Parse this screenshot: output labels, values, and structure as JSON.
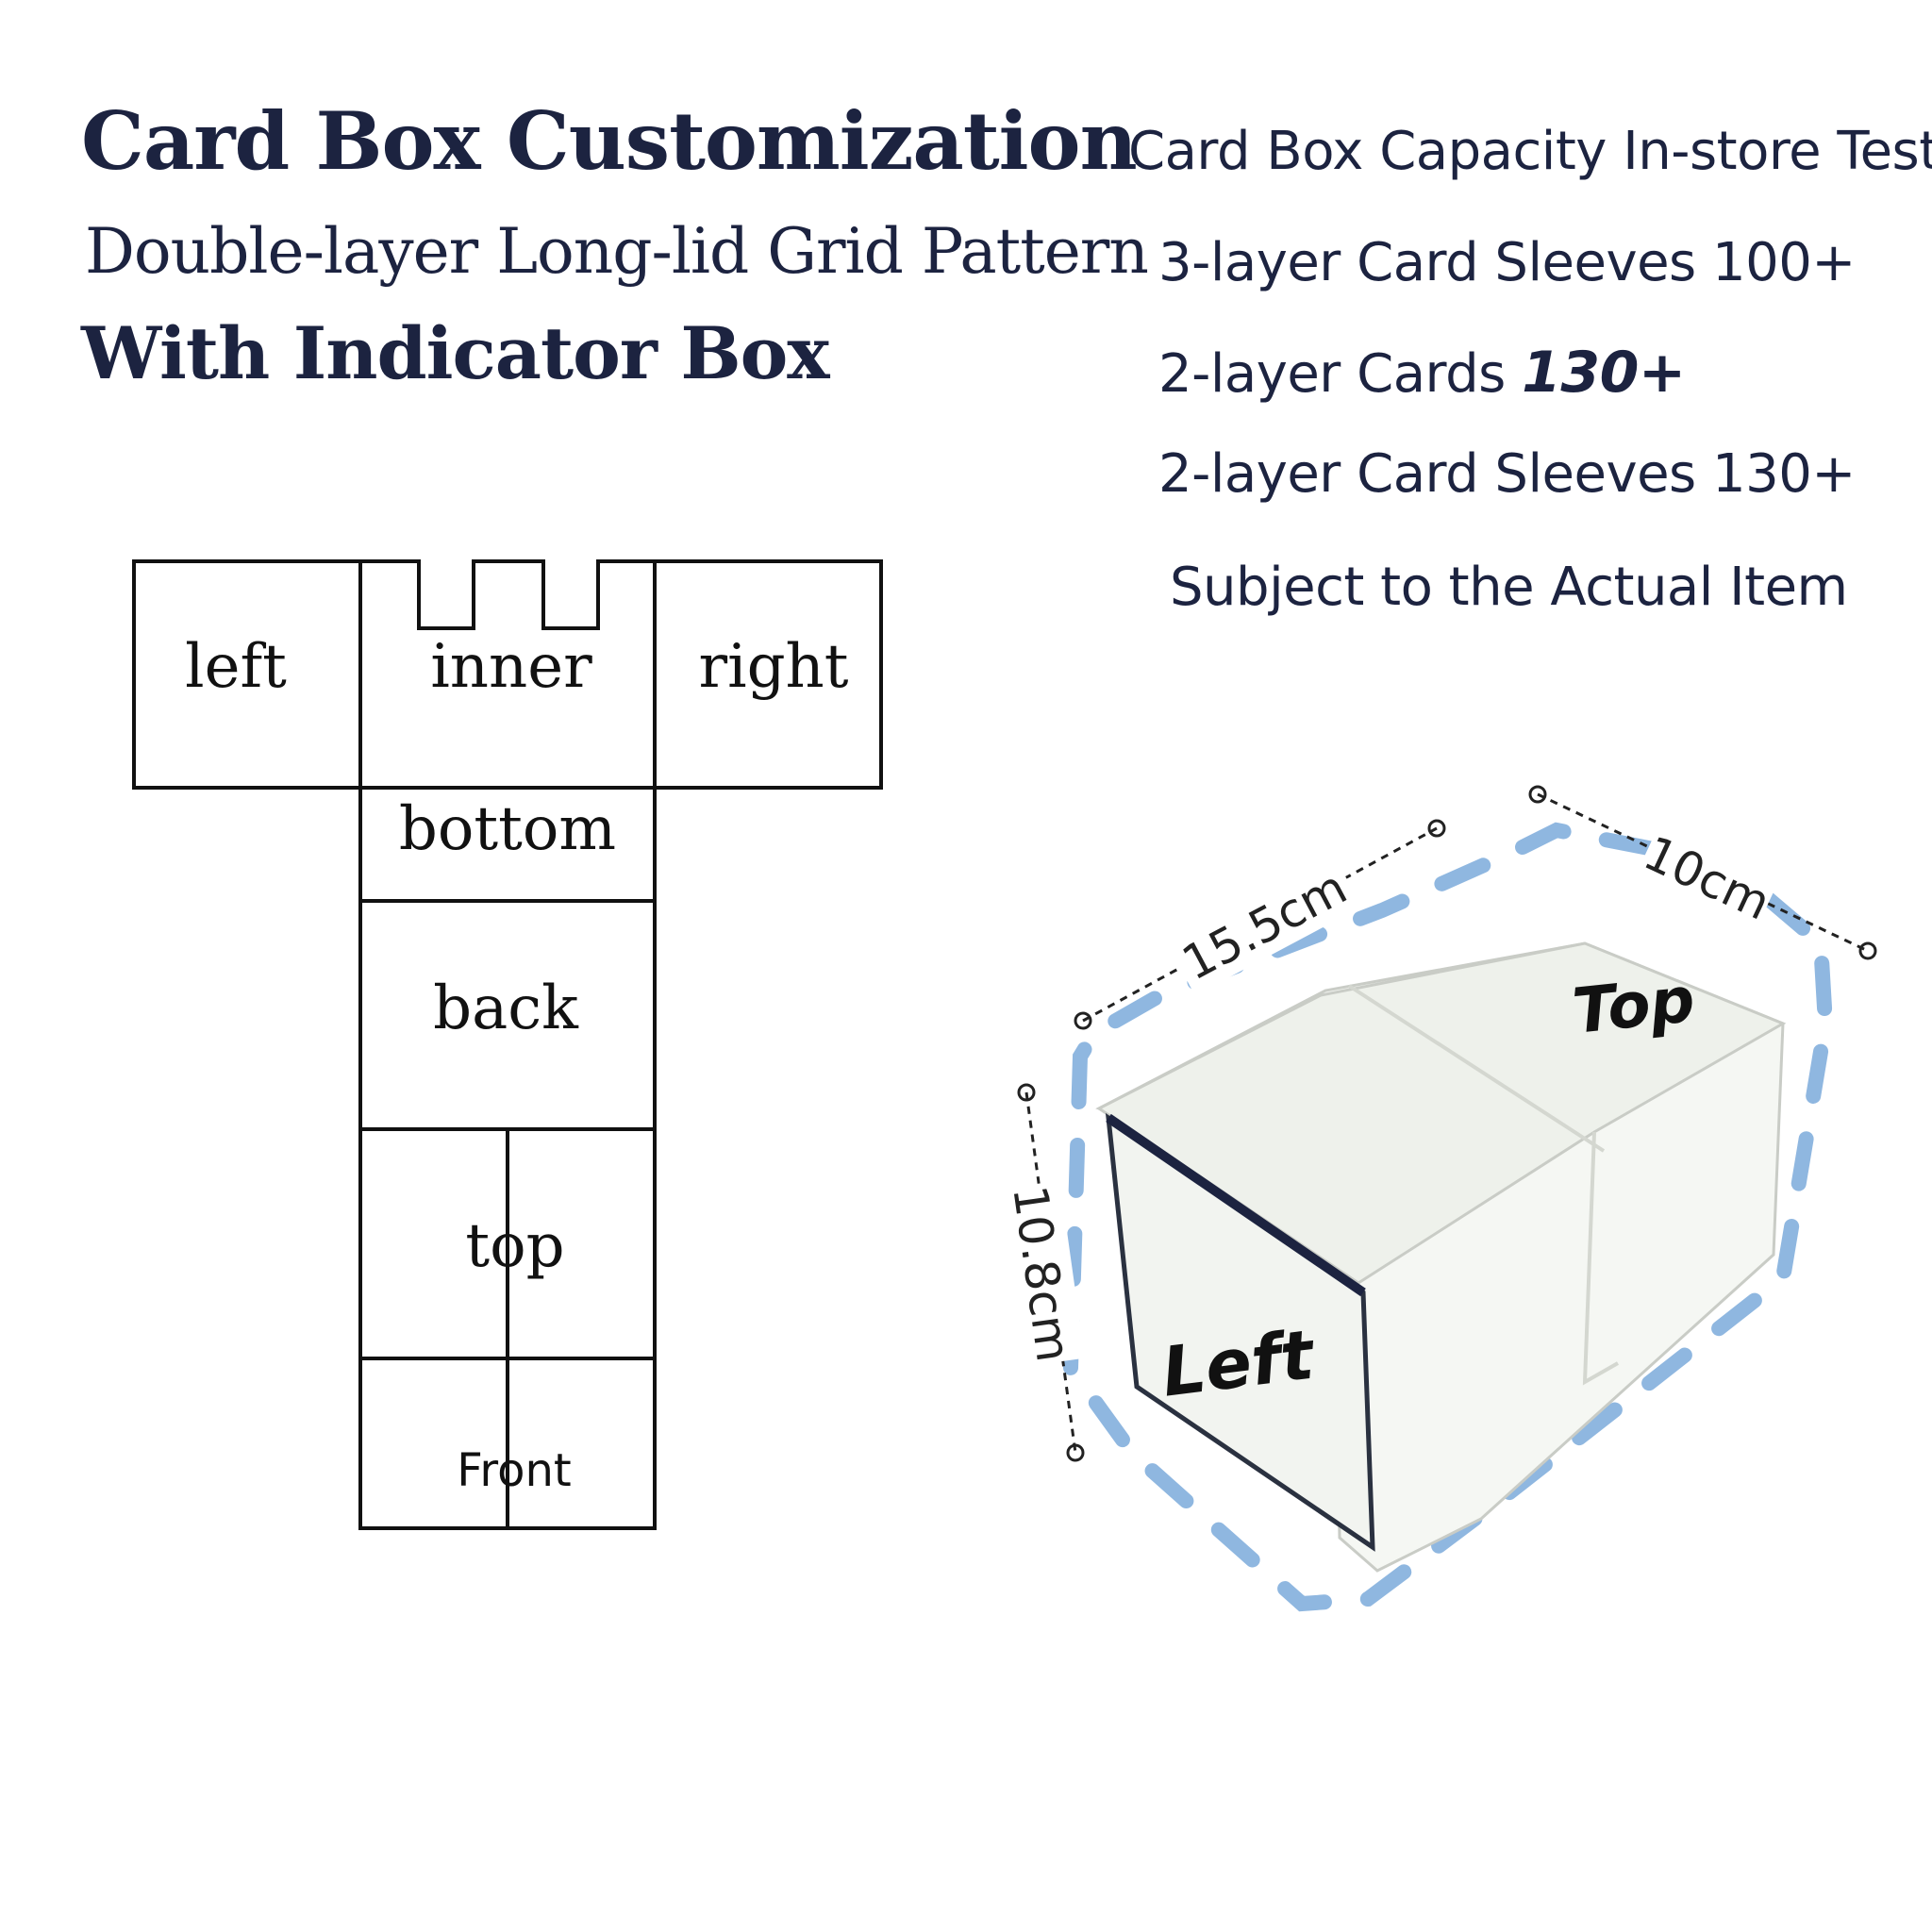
{
  "heading": {
    "title": "Card Box Customization",
    "subtitle": "Double-layer Long-lid Grid Pattern",
    "subtitle2": "With Indicator Box"
  },
  "capacity": {
    "title": "Card Box Capacity In-store Test",
    "line1": "3-layer Card Sleeves 100+",
    "line2_prefix": "2-layer Cards ",
    "line2_value": "130+",
    "line3": "2-layer Card Sleeves 130+",
    "note": "Subject to the Actual Item"
  },
  "net": {
    "left": "left",
    "inner": "inner",
    "right": "right",
    "bottom": "bottom",
    "back": "back",
    "top": "top",
    "front": "Front"
  },
  "box": {
    "length": "15.5cm",
    "width": "10cm",
    "height": "10.8cm",
    "top_label": "Top",
    "left_label": "Left",
    "outline_color": "#8fb7e0"
  }
}
